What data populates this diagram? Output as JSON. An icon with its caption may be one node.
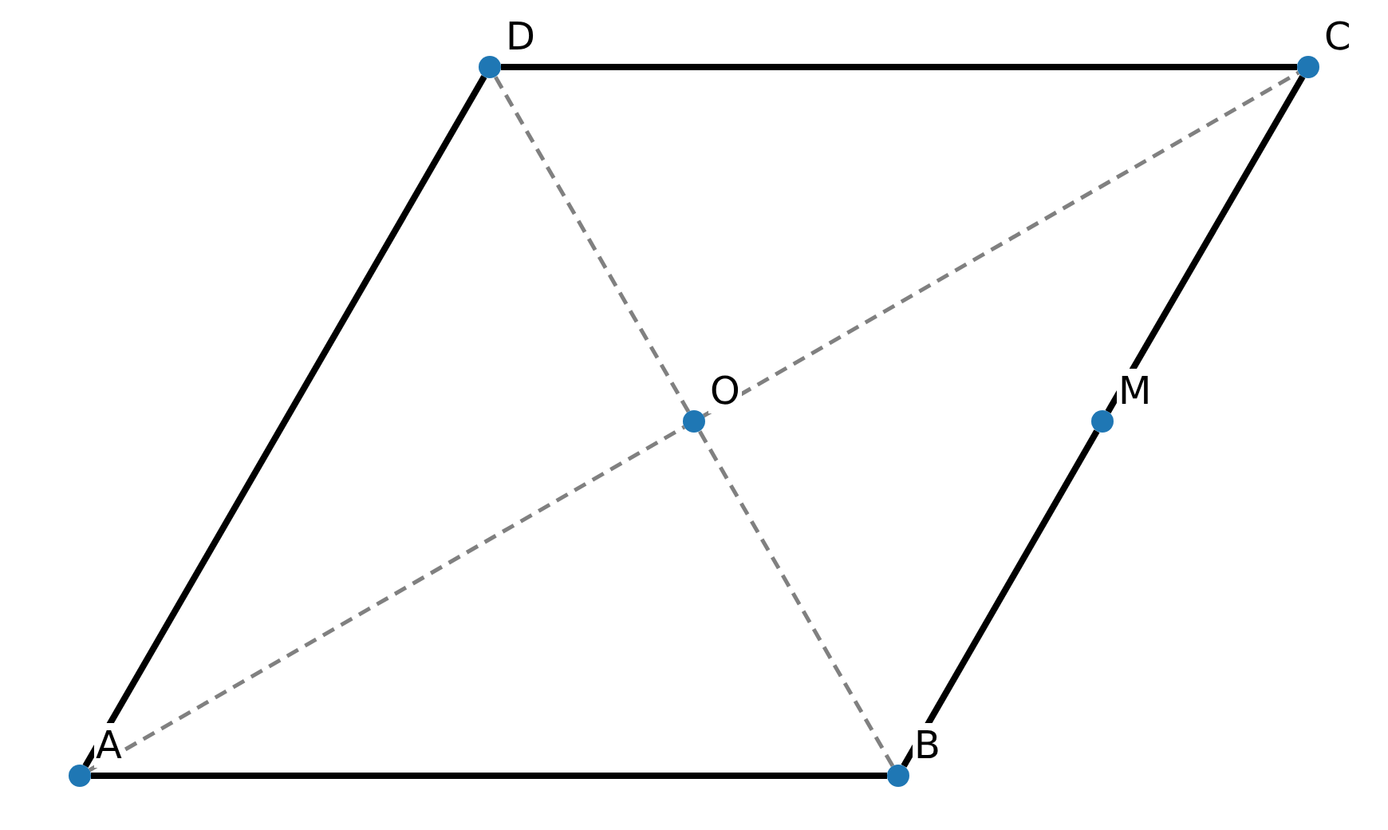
{
  "diagram": {
    "nodes": [
      {
        "text": [
          "D"
        ]
      },
      {
        "text": [
          "C"
        ]
      },
      {
        "text": [
          "O"
        ]
      },
      {
        "text": [
          "M"
        ]
      },
      {
        "text": [
          "A"
        ]
      },
      {
        "text": [
          "B"
        ]
      }
    ],
    "edges": [
      {
        "from": 4,
        "to": 5,
        "arrow": "none"
      },
      {
        "from": 5,
        "to": 3,
        "arrow": "none"
      },
      {
        "from": 3,
        "to": 1,
        "arrow": "none"
      },
      {
        "from": 1,
        "to": 0,
        "arrow": "none"
      },
      {
        "from": 0,
        "to": 4,
        "arrow": "none"
      },
      {
        "from": 4,
        "to": 2,
        "arrow": "none",
        "style": "dashed",
        "color": "#808080"
      },
      {
        "from": 2,
        "to": 1,
        "arrow": "none",
        "style": "dashed",
        "color": "#808080"
      },
      {
        "from": 5,
        "to": 2,
        "arrow": "none",
        "style": "dashed",
        "color": "#808080"
      },
      {
        "from": 2,
        "to": 0,
        "arrow": "none",
        "style": "dashed",
        "color": "#808080"
      }
    ]
  }
}
